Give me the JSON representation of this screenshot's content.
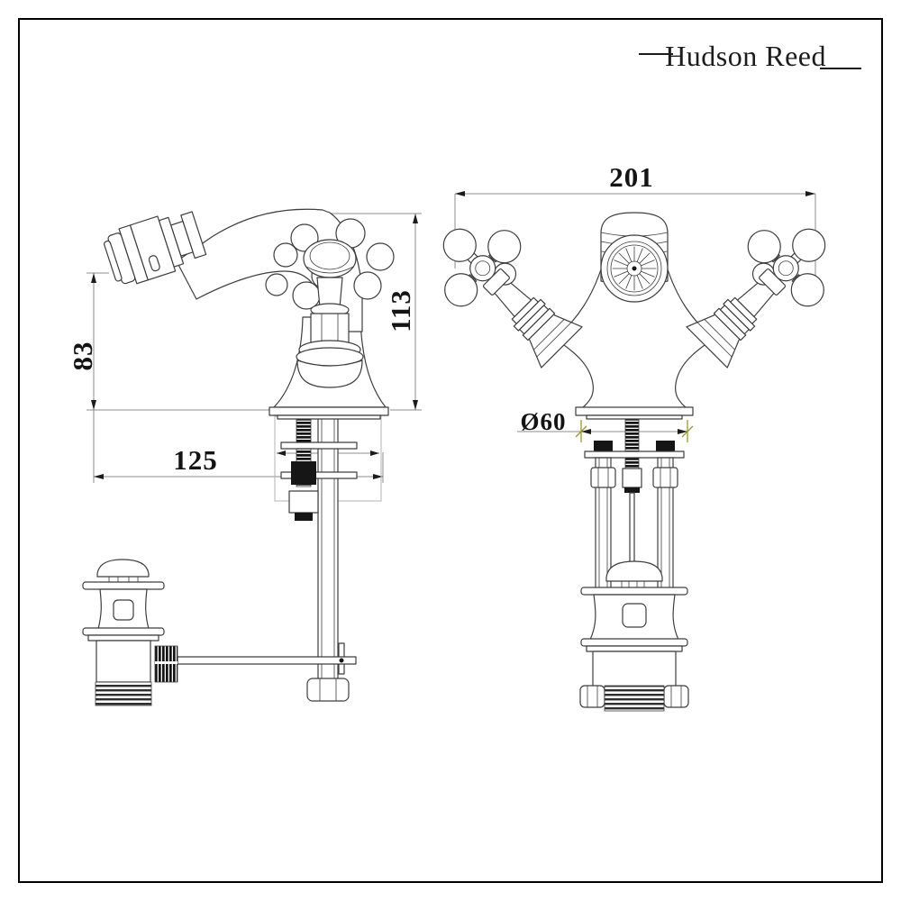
{
  "brand": {
    "logo_text": "Hudson Reed"
  },
  "dimensions": {
    "width_overall": "201",
    "height_overall": "113",
    "height_spout_outlet": "83",
    "depth_overall": "125",
    "base_diameter": "Ø60"
  },
  "colors": {
    "background": "#ffffff",
    "frame": "#000000",
    "line": "#3d3d3d",
    "dimension_line": "#8c8c8c",
    "accent_dimension_line": "#9a9a2a",
    "label_text": "#141414"
  }
}
